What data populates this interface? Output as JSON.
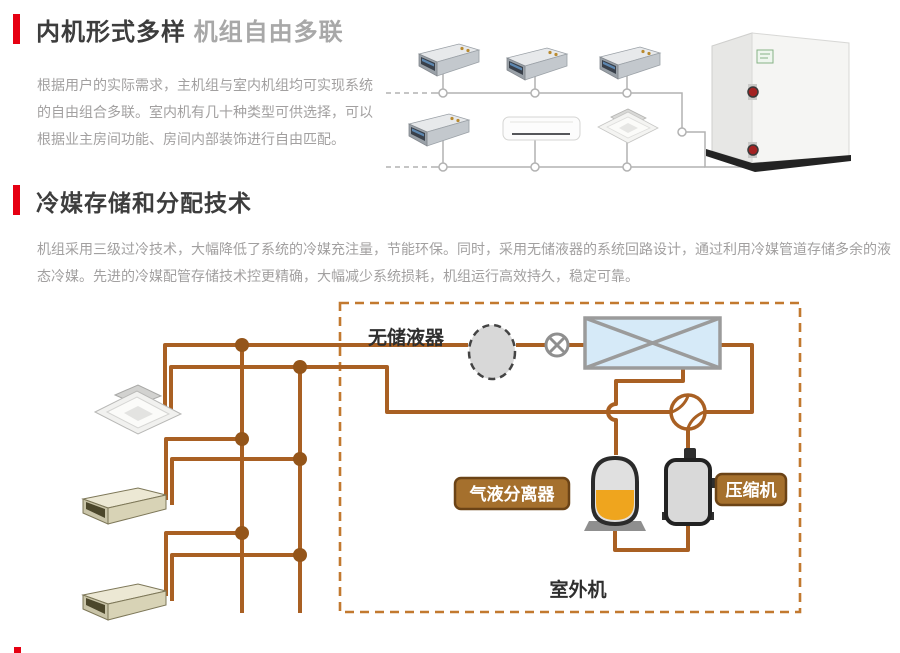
{
  "page": {
    "language": "zh-CN",
    "colors": {
      "accent_red": "#e60012",
      "title_dark": "#3d3d3d",
      "title_gray": "#a8a8a8",
      "body_text": "#a2a0a0",
      "pipe": "#a96023",
      "junction_dot": "#94551a",
      "dashed_box": "#c2792f",
      "badge_bg": "#a5702d",
      "badge_border": "#6b4316",
      "tank_yellow": "#efa51e",
      "heat_exchanger_fill": "#d6eaf8",
      "thin_gray_line": "#b2b2b2"
    }
  },
  "section1": {
    "title_primary": "内机形式多样",
    "title_secondary": "机组自由多联",
    "body_lines": [
      "根据用户的实际需求，主机组与室内机组均可实现系统",
      "的自由组合多联。室内机有几十种类型可供选择，可以",
      "根据业主房间功能、房间内部装饰进行自由匹配。"
    ],
    "illustration": {
      "indoor_unit_types": [
        "duct-unit",
        "duct-unit",
        "duct-unit",
        "duct-unit",
        "wall-unit",
        "cassette-unit"
      ],
      "outdoor_unit": "outdoor-cabinet"
    }
  },
  "section2": {
    "title": "冷媒存储和分配技术",
    "body_lines": [
      "机组采用三级过冷技术，大幅降低了系统的冷媒充注量，节能环保。同时，采用无储液器的系统回路设计，通过利用冷媒管道存储多余的液",
      "态冷媒。先进的冷媒配管存储技术控更精确，大幅减少系统损耗，机组运行高效持久，稳定可靠。"
    ],
    "diagram": {
      "labels": {
        "no_receiver": "无储液器",
        "separator": "气液分离器",
        "compressor": "压缩机",
        "outdoor_unit": "室外机"
      },
      "components": [
        "cassette-unit",
        "duct-unit",
        "duct-unit",
        "receiver-ghost",
        "expansion-valve",
        "heat-exchanger",
        "four-way-valve",
        "separator-tank",
        "compressor"
      ]
    }
  }
}
